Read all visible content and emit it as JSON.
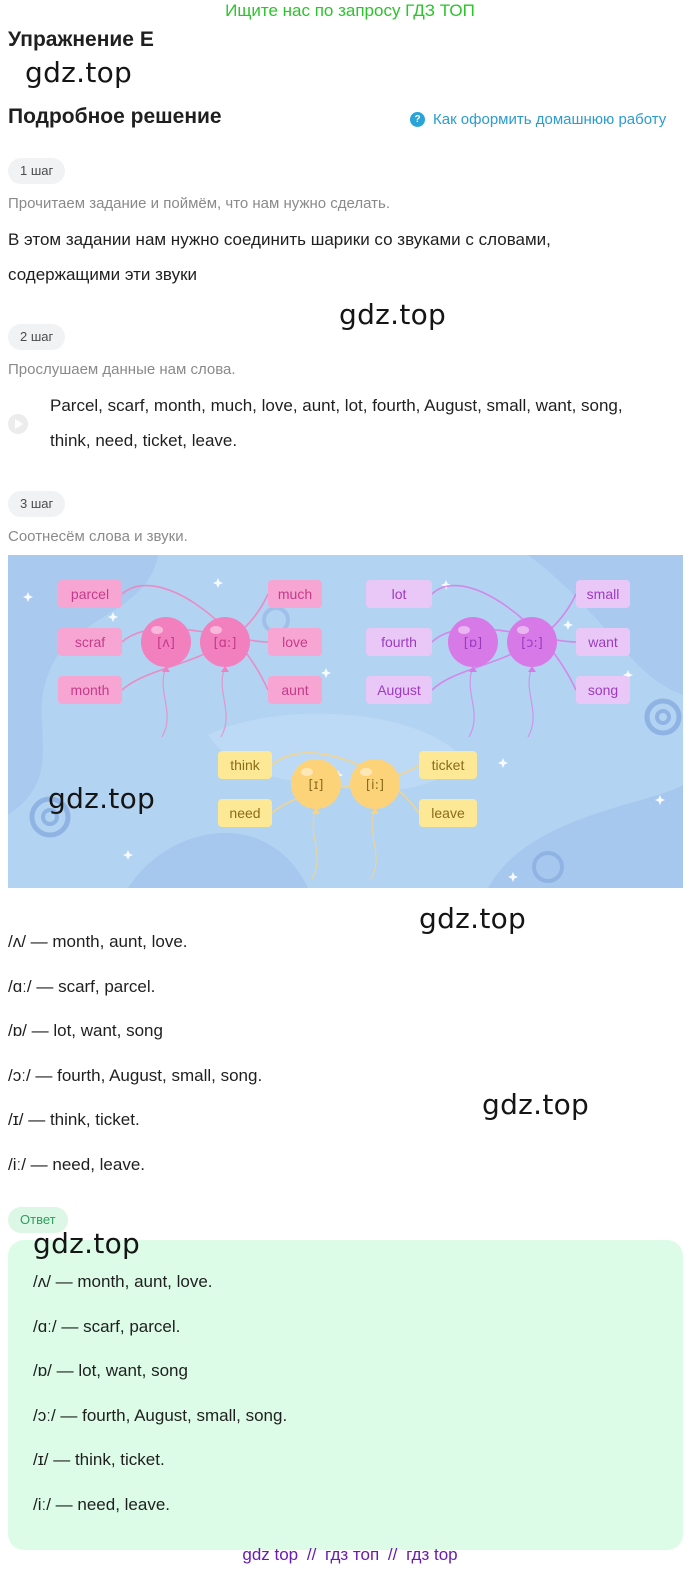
{
  "header": {
    "banner": "Ищите нас по запросу ГДЗ ТОП",
    "exercise_title": "Упражнение E"
  },
  "watermark": "gdz.top",
  "solution": {
    "heading": "Подробное решение",
    "howto_link": "Как оформить домашнюю работу",
    "howto_icon": "?"
  },
  "steps": [
    {
      "label": "1 шаг",
      "hint": "Прочитаем задание и поймём, что нам нужно сделать.",
      "lines": [
        "В этом задании нам нужно соединить шарики со звуками с словами,",
        "содержащими эти звуки"
      ]
    },
    {
      "label": "2 шаг",
      "hint": "Прослушаем данные нам слова.",
      "lines": [
        "Parcel, scarf, month, much, love, aunt, lot, fourth, August, small, want, song,",
        "think, need, ticket, leave."
      ]
    },
    {
      "label": "3 шаг",
      "hint": "Соотнесём слова и звуки."
    }
  ],
  "illustration": {
    "background": "#b3d3f2",
    "groups": [
      {
        "color": "#f7a6d4",
        "balloon": "#f27fbe",
        "text": "#c53a8a",
        "left_words": [
          "parcel",
          "scraf",
          "month"
        ],
        "sounds": [
          "[ʌ]",
          "[ɑ:]"
        ],
        "right_words": [
          "much",
          "love",
          "aunt"
        ]
      },
      {
        "color": "#e9c7f6",
        "balloon": "#d77ae8",
        "text": "#9b3cc0",
        "left_words": [
          "lot",
          "fourth",
          "August"
        ],
        "sounds": [
          "[ɒ]",
          "[ɔ:]"
        ],
        "right_words": [
          "small",
          "want",
          "song"
        ]
      },
      {
        "color": "#fce895",
        "balloon": "#fdd37a",
        "text": "#8a6d1b",
        "left_words": [
          "think",
          "need"
        ],
        "sounds": [
          "[ɪ]",
          "[i:]"
        ],
        "right_words": [
          "ticket",
          "leave"
        ]
      }
    ]
  },
  "results": [
    "/ʌ/ — month, aunt, love.",
    "/ɑː/ — scarf, parcel.",
    "/ɒ/ — lot, want, song",
    "/ɔː/ — fourth, August, small, song.",
    "/ɪ/ — think, ticket.",
    "/iː/ — need, leave."
  ],
  "answer": {
    "label": "Ответ",
    "lines": [
      "/ʌ/ — month, aunt, love.",
      "/ɑː/ — scarf, parcel.",
      "/ɒ/ — lot, want, song",
      "/ɔː/ — fourth, August, small, song.",
      "/ɪ/ — think, ticket.",
      "/iː/ — need, leave."
    ]
  },
  "footer": {
    "links": [
      "gdz top",
      "гдз топ",
      "гдз top"
    ],
    "separator": "//"
  }
}
